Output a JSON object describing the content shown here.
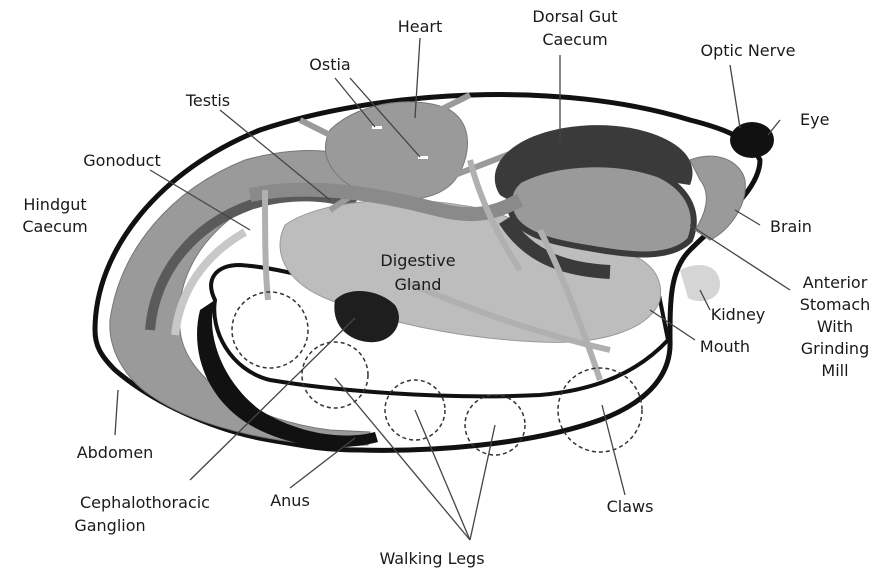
{
  "labels": {
    "heart": "Heart",
    "dorsal_gut_caecum": [
      "Dorsal Gut",
      "Caecum"
    ],
    "ostia": "Ostia",
    "optic_nerve": "Optic Nerve",
    "testis": "Testis",
    "eye": "Eye",
    "gonoduct": "Gonoduct",
    "hindgut_caecum": [
      "Hindgut",
      "Caecum"
    ],
    "brain": "Brain",
    "digestive_gland": [
      "Digestive",
      "Gland"
    ],
    "anterior_stomach": [
      "Anterior",
      "Stomach",
      "With",
      "Grinding",
      "Mill"
    ],
    "kidney": "Kidney",
    "mouth": "Mouth",
    "abdomen": "Abdomen",
    "cephalothoracic_ganglion": [
      "Cephalothoracic",
      "Ganglion"
    ],
    "anus": "Anus",
    "claws": "Claws",
    "walking_legs": "Walking Legs"
  },
  "colors": {
    "outline": "#111111",
    "body_fill": "#ffffff",
    "light_gray": "#c8c8c8",
    "mid_gray": "#9a9a9a",
    "dark": "#3a3a3a",
    "digestive_gland": "#bdbdbd"
  }
}
